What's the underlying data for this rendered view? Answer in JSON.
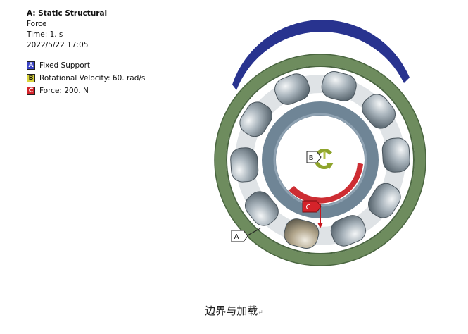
{
  "header": {
    "title": "A: Static Structural",
    "subtitle": "Force",
    "time": "Time: 1. s",
    "date": "2022/5/22 17:05"
  },
  "legend": [
    {
      "letter": "A",
      "label": "Fixed Support",
      "color": "#3b43c4"
    },
    {
      "letter": "B",
      "label": "Rotational Velocity: 60. rad/s",
      "color": "#d9d43a"
    },
    {
      "letter": "C",
      "label": "Force: 200. N",
      "color": "#d4232a"
    }
  ],
  "callouts": {
    "a": "A",
    "b": "B",
    "c": "C"
  },
  "caption": {
    "text": "边界与加载",
    "mark": "↵"
  },
  "colors": {
    "outer_ring": "#6e8c5e",
    "outer_ring_dark": "#4a6640",
    "blue_edge": "#28338f",
    "inner_ring": "#6f8596",
    "inner_ring_light": "#8fa2b2",
    "roller": "#9aa6b0",
    "rotation_icon": "#8ea42c",
    "force_red": "#c8161d"
  },
  "icons": [
    "rotation-arrow-icon",
    "force-arrow-icon"
  ]
}
